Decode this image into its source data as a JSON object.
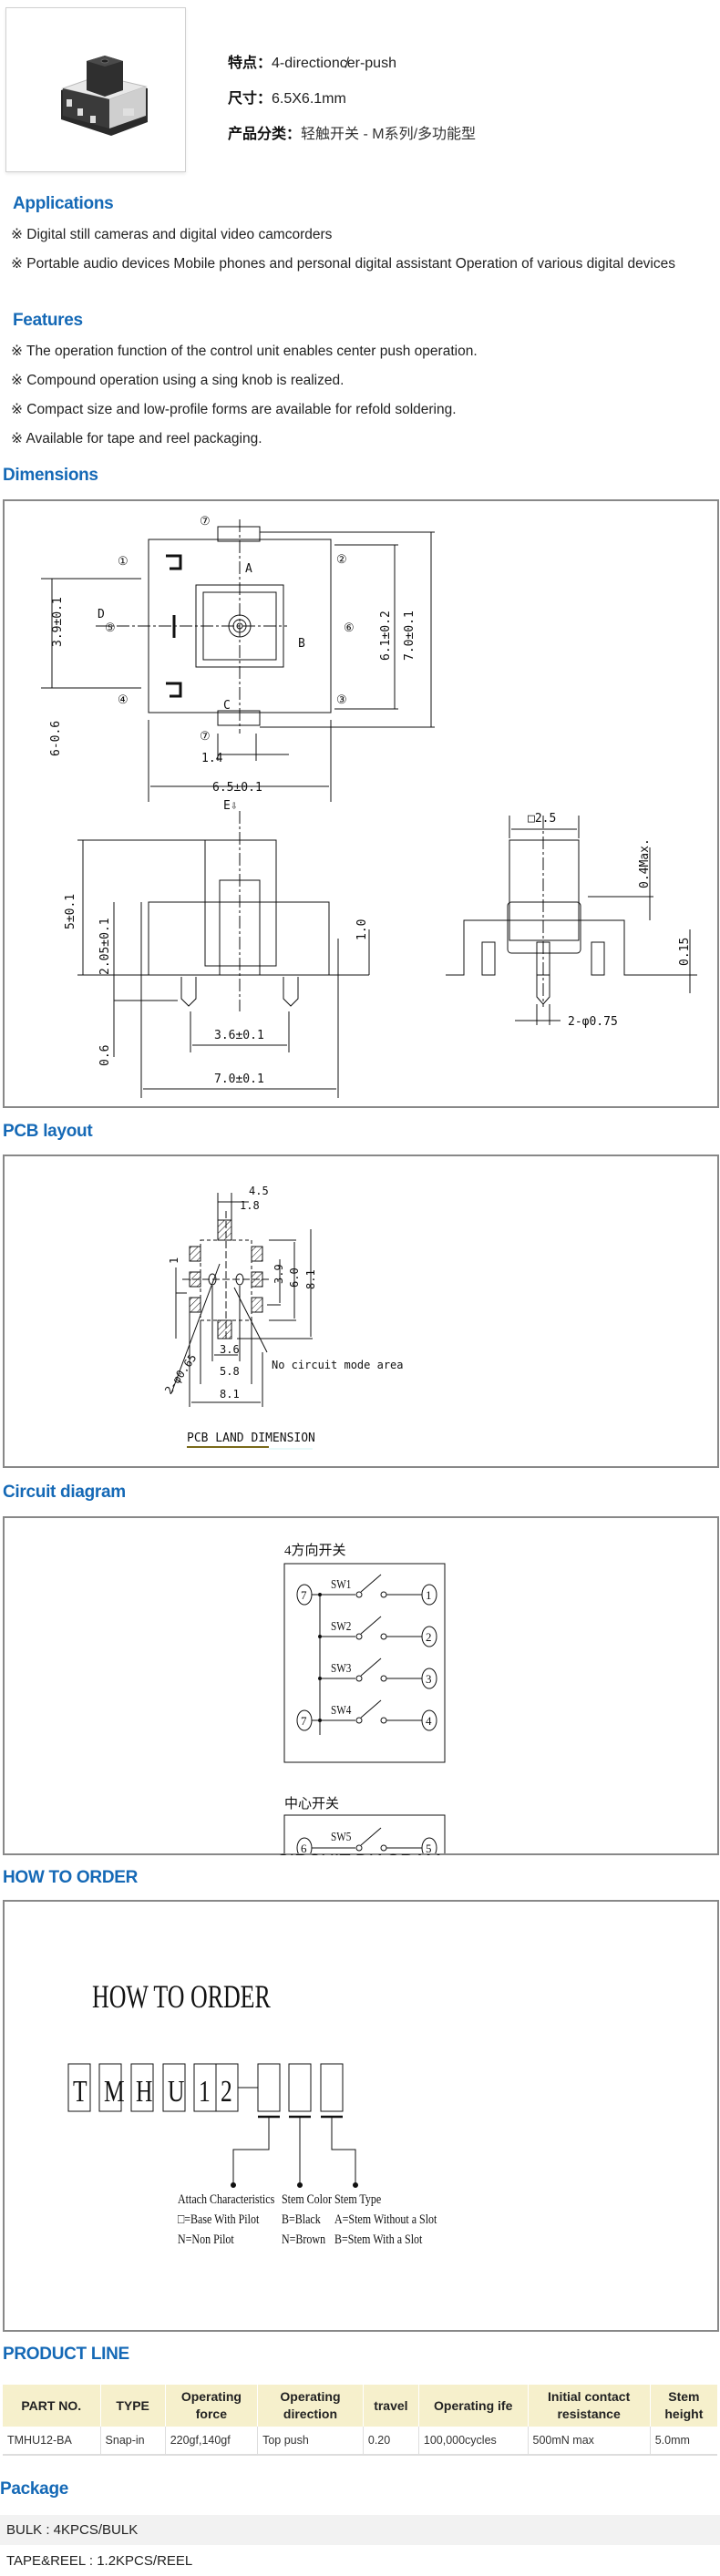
{
  "product": {
    "image_alt": "4-direction center-push tact switch",
    "specs": [
      {
        "label": "特点：",
        "value": "4-directionc̸er-push"
      },
      {
        "label": "尺寸：",
        "value": "6.5X6.1mm"
      },
      {
        "label": "产品分类：",
        "value": "轻触开关 - M系列/多功能型"
      }
    ]
  },
  "applications": {
    "title": "Applications",
    "items": [
      "※ Digital still cameras and digital video camcorders",
      "※ Portable audio devices Mobile phones and personal digital assistant Operation of various digital devices"
    ]
  },
  "features": {
    "title": "Features",
    "items": [
      "※ The operation function of the control unit enables center push operation.",
      "※ Compound operation using a sing knob is realized.",
      "※ Compact size and low-profile forms are available for refold soldering.",
      "※ Available for tape and reel packaging."
    ]
  },
  "dimensions": {
    "title": "Dimensions",
    "top_view": {
      "pins": [
        "1",
        "2",
        "3",
        "4",
        "5",
        "6",
        "7",
        "7"
      ],
      "directions": [
        "A",
        "B",
        "C",
        "D"
      ],
      "dims": [
        "3.9±0.1",
        "6-0.6",
        "1.4",
        "6.5±0.1",
        "6.1±0.2",
        "7.0±0.1"
      ]
    },
    "front_view": {
      "press": "E",
      "dims": [
        "5±0.1",
        "2.05±0.1",
        "0.6",
        "1.0",
        "3.6±0.1",
        "7.0±0.1"
      ]
    },
    "side_view": {
      "dims": [
        "□2.5",
        "0.4Max.",
        "0.15",
        "2-φ0.75"
      ]
    }
  },
  "pcb": {
    "title": "PCB layout",
    "dims": [
      "4.5",
      "1.8",
      "1",
      "3.9",
      "6.0",
      "8.1",
      "3.6",
      "5.8",
      "8.1",
      "2-φ0.65"
    ],
    "note": "No circuit mode area",
    "caption": "PCB LAND DIMENSION"
  },
  "circuit": {
    "title": "Circuit diagram",
    "group1_label": "4方向开关",
    "group2_label": "中心开关",
    "switches": [
      {
        "name": "SW1",
        "from": "7",
        "to": "1"
      },
      {
        "name": "SW2",
        "from": "7",
        "to": "2"
      },
      {
        "name": "SW3",
        "from": "7",
        "to": "3"
      },
      {
        "name": "SW4",
        "from": "7",
        "to": "4"
      }
    ],
    "center_switch": {
      "name": "SW5",
      "from": "6",
      "to": "5"
    },
    "caption": "CIRCUIT DIAGRAM"
  },
  "how_to_order": {
    "title": "HOW TO ORDER",
    "diagram_title": "HOW TO ORDER",
    "code_chars": [
      "T",
      "M",
      "H",
      "U",
      "1",
      "2"
    ],
    "options": [
      {
        "title": "Attach Characteristics",
        "lines": [
          "□=Base With Pilot",
          "N=Non Pilot"
        ]
      },
      {
        "title": "Stem Color",
        "lines": [
          "B=Black",
          "N=Brown"
        ]
      },
      {
        "title": "Stem Type",
        "lines": [
          "A=Stem Without a Slot",
          "B=Stem With a Slot"
        ]
      }
    ]
  },
  "product_line": {
    "title": "PRODUCT LINE",
    "headers": [
      "PART NO.",
      "TYPE",
      "Operating force",
      "Operating direction",
      "travel",
      "Operating ife",
      "Initial contact resistance",
      "Stem height"
    ],
    "rows": [
      [
        "TMHU12-BA",
        "Snap-in",
        "220gf,140gf",
        "Top push",
        "0.20",
        "100,000cycles",
        "500mN max",
        "5.0mm"
      ]
    ]
  },
  "package": {
    "title": "Package",
    "items": [
      "BULK : 4KPCS/BULK",
      "TAPE&REEL : 1.2KPCS/REEL"
    ]
  },
  "colors": {
    "heading": "#1569b6",
    "table_header_bg": "#f6f0cc",
    "package_row_bg": "#f2f2f2"
  }
}
